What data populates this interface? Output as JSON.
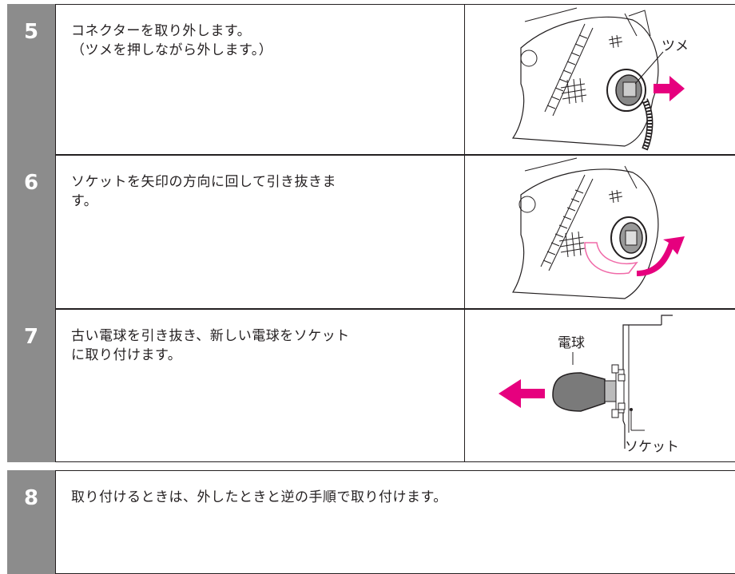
{
  "steps": [
    {
      "number": "5",
      "lines": [
        "コネクターを取り外します。",
        "（ツメを押しながら外します。）"
      ],
      "callout": "ツメ"
    },
    {
      "number": "6",
      "lines": [
        "ソケットを矢印の方向に回して引き抜きま",
        "す。"
      ]
    },
    {
      "number": "7",
      "lines": [
        "古い電球を引き抜き、新しい電球をソケット",
        "に取り付けます。"
      ],
      "callouts": [
        "電球",
        "ソケット"
      ]
    },
    {
      "number": "8",
      "lines": [
        "取り付けるときは、外したときと逆の手順で取り付けます。"
      ]
    }
  ],
  "colors": {
    "step_number_bg": "#8c8c8c",
    "arrow": "#e6007e",
    "rotation_outline": "#f06aa8"
  }
}
